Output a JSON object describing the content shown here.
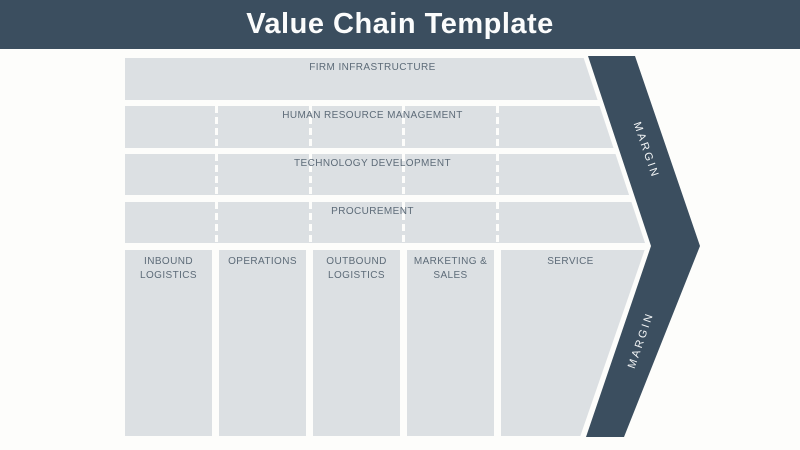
{
  "header": {
    "title": "Value Chain Template"
  },
  "support_activities": [
    {
      "label": "FIRM INFRASTRUCTURE",
      "dividers": false
    },
    {
      "label": "HUMAN RESOURCE MANAGEMENT",
      "dividers": true
    },
    {
      "label": "TECHNOLOGY DEVELOPMENT",
      "dividers": true
    },
    {
      "label": "PROCUREMENT",
      "dividers": true
    }
  ],
  "primary_activities": [
    {
      "label": "INBOUND LOGISTICS"
    },
    {
      "label": "OPERATIONS"
    },
    {
      "label": "OUTBOUND LOGISTICS"
    },
    {
      "label": "MARKETING & SALES"
    },
    {
      "label": "SERVICE"
    }
  ],
  "margin": {
    "top_label": "MARGIN",
    "bottom_label": "MARGIN"
  },
  "colors": {
    "accent_dark": "#3b4e5f",
    "cell_gray": "#dce0e3",
    "label_text": "#5d6b78",
    "title_text": "#fbfcfc",
    "background": "#fdfdfb"
  }
}
